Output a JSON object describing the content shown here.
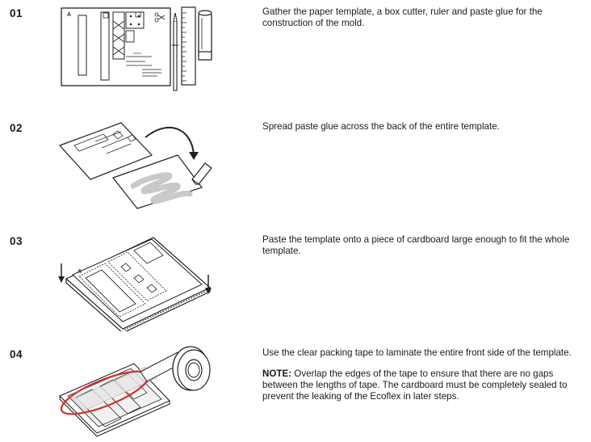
{
  "steps": [
    {
      "number": "01",
      "text": "Gather the paper template, a box cutter, ruler and paste glue for the construction of the mold.",
      "illustration": "template-tools-icon"
    },
    {
      "number": "02",
      "text": "Spread paste glue across the back of the entire template.",
      "illustration": "glue-spread-icon"
    },
    {
      "number": "03",
      "text": "Paste the template onto a piece of cardboard large enough to fit the whole template.",
      "illustration": "paste-on-cardboard-icon"
    },
    {
      "number": "04",
      "text": "Use the clear packing tape to laminate the entire front side of the template.",
      "note_label": "NOTE:",
      "note_text": " Overlap the edges of the tape to ensure that there are no gaps between the lengths of tape. The cardboard must be completely sealed to prevent the leaking of the Ecoflex in later steps.",
      "illustration": "tape-laminate-icon"
    }
  ],
  "template_label": "A",
  "accent_color": "#d0342c"
}
